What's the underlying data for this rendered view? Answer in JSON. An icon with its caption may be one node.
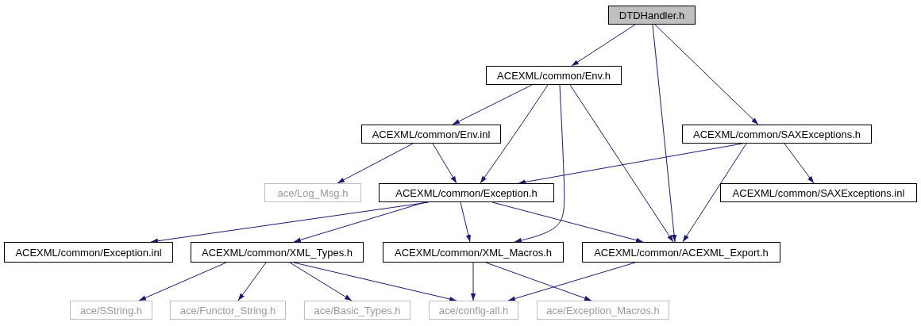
{
  "diagram": {
    "nodes": [
      {
        "text": [
          "DTDHandler.h"
        ]
      },
      {
        "text": [
          "ACEXML/common/Env.h"
        ]
      },
      {
        "text": [
          "ACEXML/common/Env.inl"
        ]
      },
      {
        "text": [
          "ACEXML/common/SAXExceptions.h"
        ]
      },
      {
        "text": [
          "ace/Log_Msg.h"
        ]
      },
      {
        "text": [
          "ACEXML/common/Exception.h"
        ]
      },
      {
        "text": [
          "ACEXML/common/SAXExceptions.inl"
        ]
      },
      {
        "text": [
          "ACEXML/common/Exception.inl"
        ]
      },
      {
        "text": [
          "ACEXML/common/XML_Types.h"
        ]
      },
      {
        "text": [
          "ACEXML/common/XML_Macros.h"
        ]
      },
      {
        "text": [
          "ACEXML/common/ACEXML_Export.h"
        ]
      },
      {
        "text": [
          "ace/SString.h"
        ]
      },
      {
        "text": [
          "ace/Functor_String.h"
        ]
      },
      {
        "text": [
          "ace/Basic_Types.h"
        ]
      },
      {
        "text": [
          "ace/config-all.h"
        ]
      },
      {
        "text": [
          "ace/Exception_Macros.h"
        ]
      }
    ],
    "edges": [
      {
        "from": 0,
        "to": 1,
        "arrow": "to"
      },
      {
        "from": 0,
        "to": 10,
        "arrow": "to"
      },
      {
        "from": 0,
        "to": 3,
        "arrow": "to"
      },
      {
        "from": 1,
        "to": 2,
        "arrow": "to"
      },
      {
        "from": 1,
        "to": 5,
        "arrow": "to"
      },
      {
        "from": 1,
        "to": 9,
        "arrow": "to"
      },
      {
        "from": 1,
        "to": 10,
        "arrow": "to"
      },
      {
        "from": 2,
        "to": 4,
        "arrow": "to"
      },
      {
        "from": 2,
        "to": 5,
        "arrow": "to"
      },
      {
        "from": 3,
        "to": 5,
        "arrow": "to"
      },
      {
        "from": 3,
        "to": 10,
        "arrow": "to"
      },
      {
        "from": 3,
        "to": 6,
        "arrow": "to"
      },
      {
        "from": 5,
        "to": 7,
        "arrow": "to"
      },
      {
        "from": 5,
        "to": 8,
        "arrow": "to"
      },
      {
        "from": 5,
        "to": 9,
        "arrow": "to"
      },
      {
        "from": 5,
        "to": 10,
        "arrow": "to"
      },
      {
        "from": 8,
        "to": 11,
        "arrow": "to"
      },
      {
        "from": 8,
        "to": 12,
        "arrow": "to"
      },
      {
        "from": 8,
        "to": 13,
        "arrow": "to"
      },
      {
        "from": 8,
        "to": 14,
        "arrow": "to"
      },
      {
        "from": 9,
        "to": 14,
        "arrow": "to"
      },
      {
        "from": 9,
        "to": 15,
        "arrow": "to"
      },
      {
        "from": 10,
        "to": 14,
        "arrow": "to"
      }
    ]
  }
}
